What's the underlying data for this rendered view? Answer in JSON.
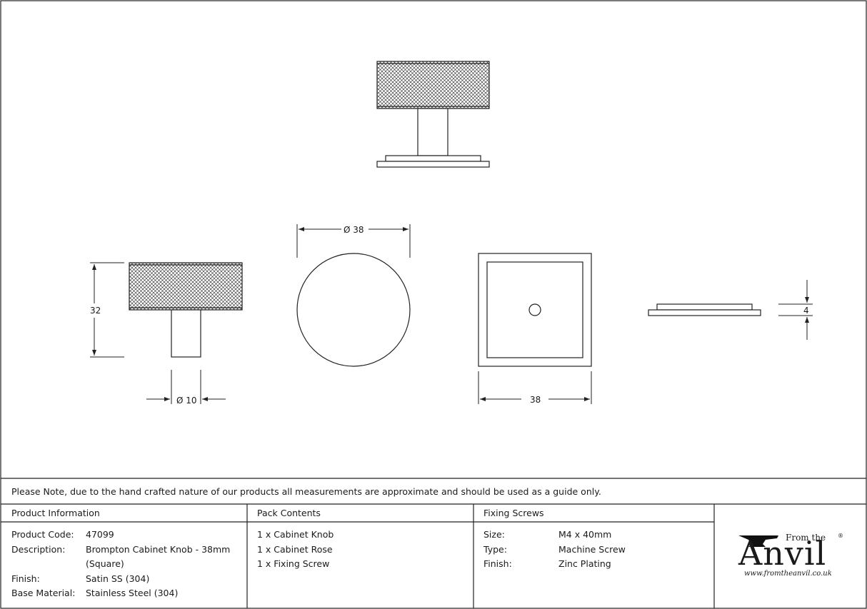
{
  "dimensions": {
    "diameter_38": "Ø 38",
    "height_32": "32",
    "spindle_10": "Ø 10",
    "rose_38": "38",
    "rose_4": "4"
  },
  "note": "Please Note, due to the hand crafted nature of our products all measurements are approximate and should be used as a guide only.",
  "product_info": {
    "header": "Product Information",
    "rows": [
      {
        "label": "Product Code:",
        "value": "47099"
      },
      {
        "label": "Description:",
        "value": "Brompton Cabinet Knob - 38mm"
      },
      {
        "label": "",
        "value": "(Square)"
      },
      {
        "label": "Finish:",
        "value": "Satin SS (304)"
      },
      {
        "label": "Base Material:",
        "value": "Stainless Steel (304)"
      }
    ]
  },
  "pack_contents": {
    "header": "Pack Contents",
    "items": [
      "1 x Cabinet Knob",
      "1 x Cabinet Rose",
      "1 x Fixing Screw"
    ]
  },
  "fixing_screws": {
    "header": "Fixing Screws",
    "rows": [
      {
        "label": "Size:",
        "value": "M4 x 40mm"
      },
      {
        "label": "Type:",
        "value": "Machine Screw"
      },
      {
        "label": "Finish:",
        "value": "Zinc Plating"
      }
    ]
  },
  "logo": {
    "from_the": "From the",
    "brand": "Anvil",
    "registered": "®",
    "website": "www.fromtheanvil.co.uk"
  }
}
